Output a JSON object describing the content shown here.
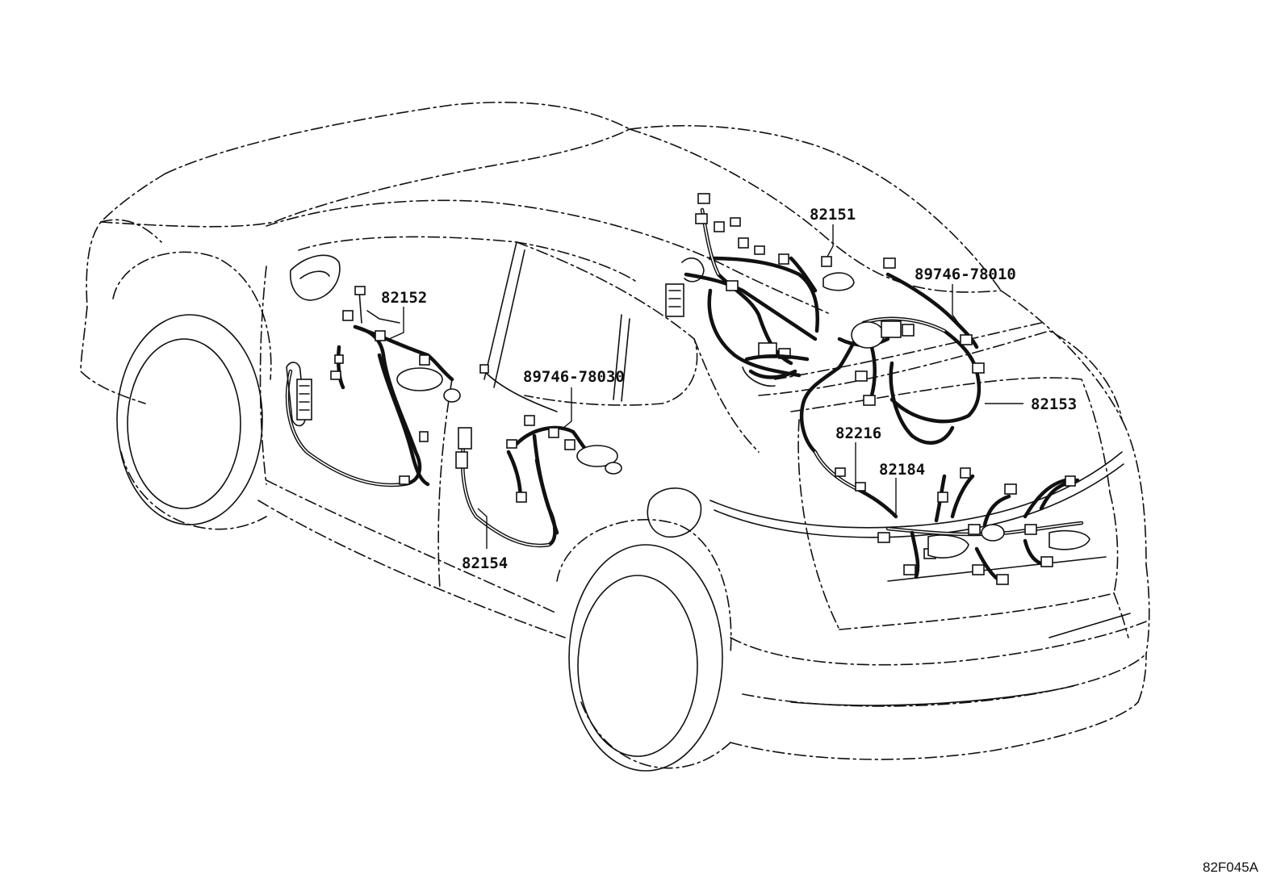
{
  "diagram": {
    "figure_code": "82F045A",
    "part_labels": [
      {
        "id": "p82151",
        "number": "82151"
      },
      {
        "id": "p89746_78010",
        "number": "89746-78010"
      },
      {
        "id": "p82152",
        "number": "82152"
      },
      {
        "id": "p89746_78030",
        "number": "89746-78030"
      },
      {
        "id": "p82153",
        "number": "82153"
      },
      {
        "id": "p82216",
        "number": "82216"
      },
      {
        "id": "p82184",
        "number": "82184"
      },
      {
        "id": "p82154",
        "number": "82154"
      }
    ]
  }
}
